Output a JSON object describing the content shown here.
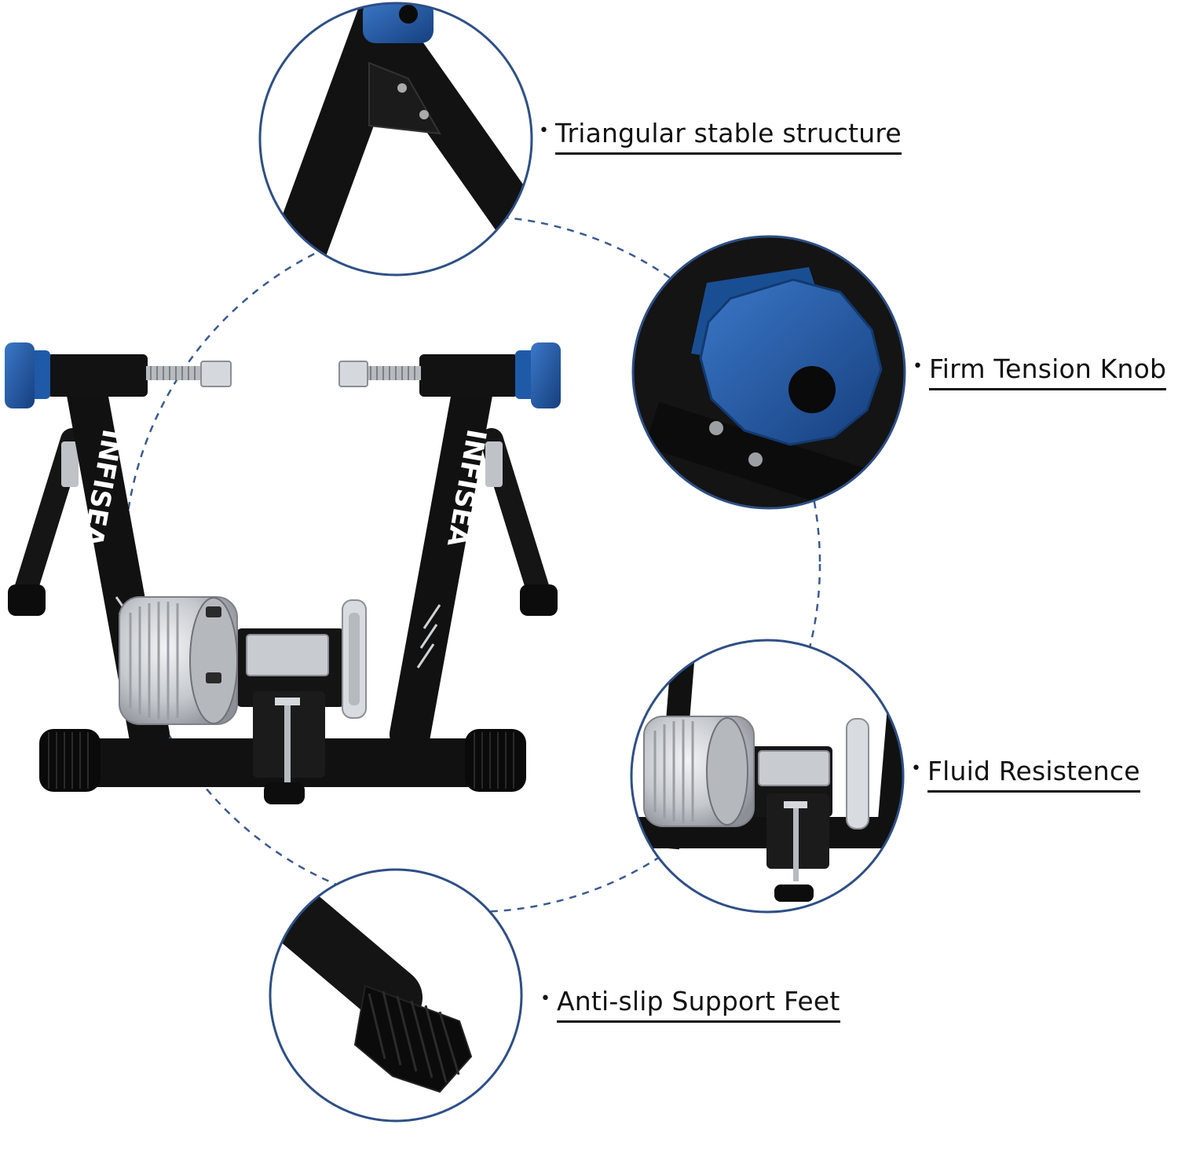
{
  "colors": {
    "frame_black": "#111111",
    "knob_blue": "#1e5aa8",
    "resistance_silver": "#c9cdd2",
    "circle_outline": "#2e4f86",
    "dashed_guide": "#3a5a8f"
  },
  "brand_logo": "INFISEA",
  "callouts": [
    {
      "label": "Triangular stable structure"
    },
    {
      "label": "Firm Tension Knob"
    },
    {
      "label": "Fluid Resistence"
    },
    {
      "label": "Anti-slip Support Feet"
    }
  ]
}
